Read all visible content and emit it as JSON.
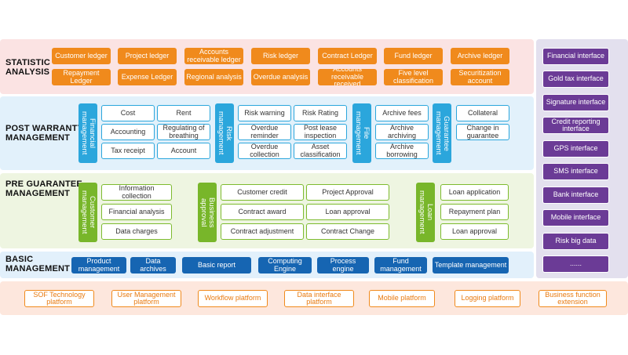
{
  "statistic": {
    "label": "STATISTIC\nANALYSIS",
    "items": [
      "Customer ledger",
      "Project ledger",
      "Accounts receivable ledger",
      "Risk ledger",
      "Contract Ledger",
      "Fund ledger",
      "Archive ledger",
      "Repayment Ledger",
      "Expense Ledger",
      "Regional analysis",
      "Overdue analysis",
      "Accounts receivable received",
      "Five level classification",
      "Securitization account"
    ]
  },
  "post_warranty": {
    "label": "POST WARRANTY\nMANAGEMENT",
    "financial": {
      "title": "Financial\nmanagement",
      "items": [
        "Cost",
        "Rent",
        "Accounting",
        "Regulating of breathing",
        "Tax receipt",
        "Account"
      ]
    },
    "risk": {
      "title": "Risk\nmanagement",
      "items": [
        "Risk warning",
        "Risk Rating",
        "Overdue reminder",
        "Post lease inspection",
        "Overdue collection",
        "Asset classification"
      ]
    },
    "file": {
      "title": "File\nmanagement",
      "items": [
        "Archive fees",
        "Archive archiving",
        "Archive borrowing"
      ]
    },
    "guarantee": {
      "title": "Guarantee\nmanagement",
      "items": [
        "Collateral",
        "Change in guarantee"
      ]
    }
  },
  "pre_guarantee": {
    "label": "PRE GUARANTEE\nMANAGEMENT",
    "customer": {
      "title": "Customer\nmanagement",
      "items": [
        "Information collection",
        "Financial analysis",
        "Data charges"
      ]
    },
    "business": {
      "title": "Business\napproval",
      "items": [
        "Customer credit",
        "Project Approval",
        "Contract award",
        "Loan approval",
        "Contract adjustment",
        "Contract Change"
      ]
    },
    "loan": {
      "title": "Loan\nmanagement",
      "items": [
        "Loan application",
        "Repayment plan",
        "Loan approval"
      ]
    }
  },
  "basic": {
    "label": "BASIC\nMANAGEMENT",
    "items": [
      "Product management",
      "Data archives",
      "Basic report",
      "Computing Engine",
      "Process engine",
      "Fund management",
      "Template management"
    ]
  },
  "interfaces": {
    "items": [
      "Financial interface",
      "Gold tax interface",
      "Signature interface",
      "Credit reporting interface",
      "GPS interface",
      "SMS interface",
      "Bank interface",
      "Mobile interface",
      "Risk big data",
      "......"
    ]
  },
  "platforms": {
    "items": [
      "SOF Technology platform",
      "User Management platform",
      "Workflow platform",
      "Data interface platform",
      "Mobile platform",
      "Logging platform",
      "Business function extension"
    ]
  },
  "colors": {
    "statistic_band": "#fbe3e3",
    "post_band": "#e2f1fb",
    "pre_band": "#eef5e1",
    "basic_band": "#e2f0fb",
    "interface_band": "#e3e0ee",
    "platform_band": "#fde7dd"
  }
}
